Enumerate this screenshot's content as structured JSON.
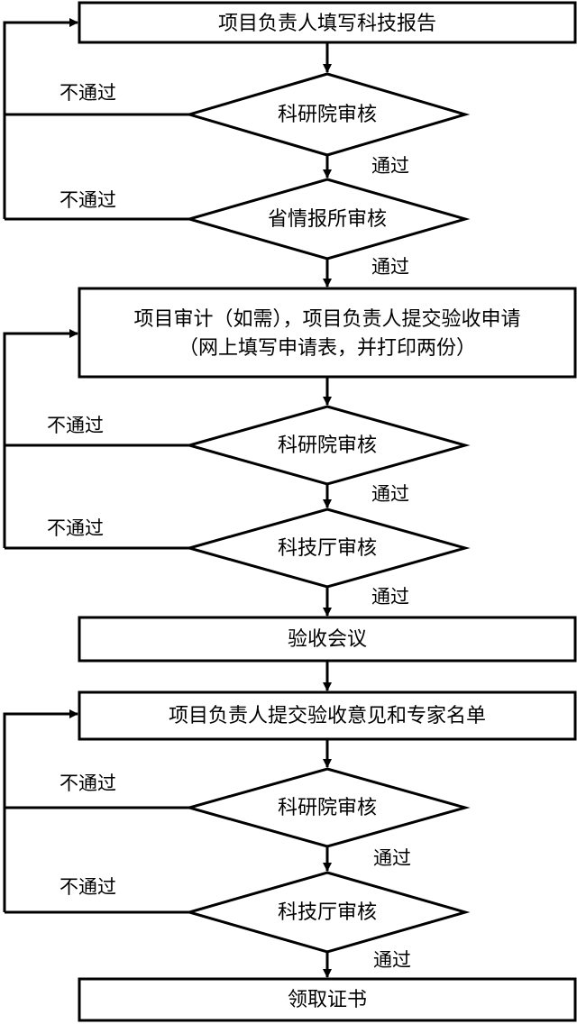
{
  "nodes": {
    "n1": "项目负责人填写科技报告",
    "d1": "科研院审核",
    "d2": "省情报所审核",
    "n2_line1": "项目审计（如需），项目负责人提交验收申请",
    "n2_line2": "（网上填写申请表，并打印两份）",
    "d3": "科研院审核",
    "d4": "科技厅审核",
    "n3": "验收会议",
    "n4": "项目负责人提交验收意见和专家名单",
    "d5": "科研院审核",
    "d6": "科技厅审核",
    "n5": "领取证书"
  },
  "edges": {
    "pass": "通过",
    "fail": "不通过"
  }
}
